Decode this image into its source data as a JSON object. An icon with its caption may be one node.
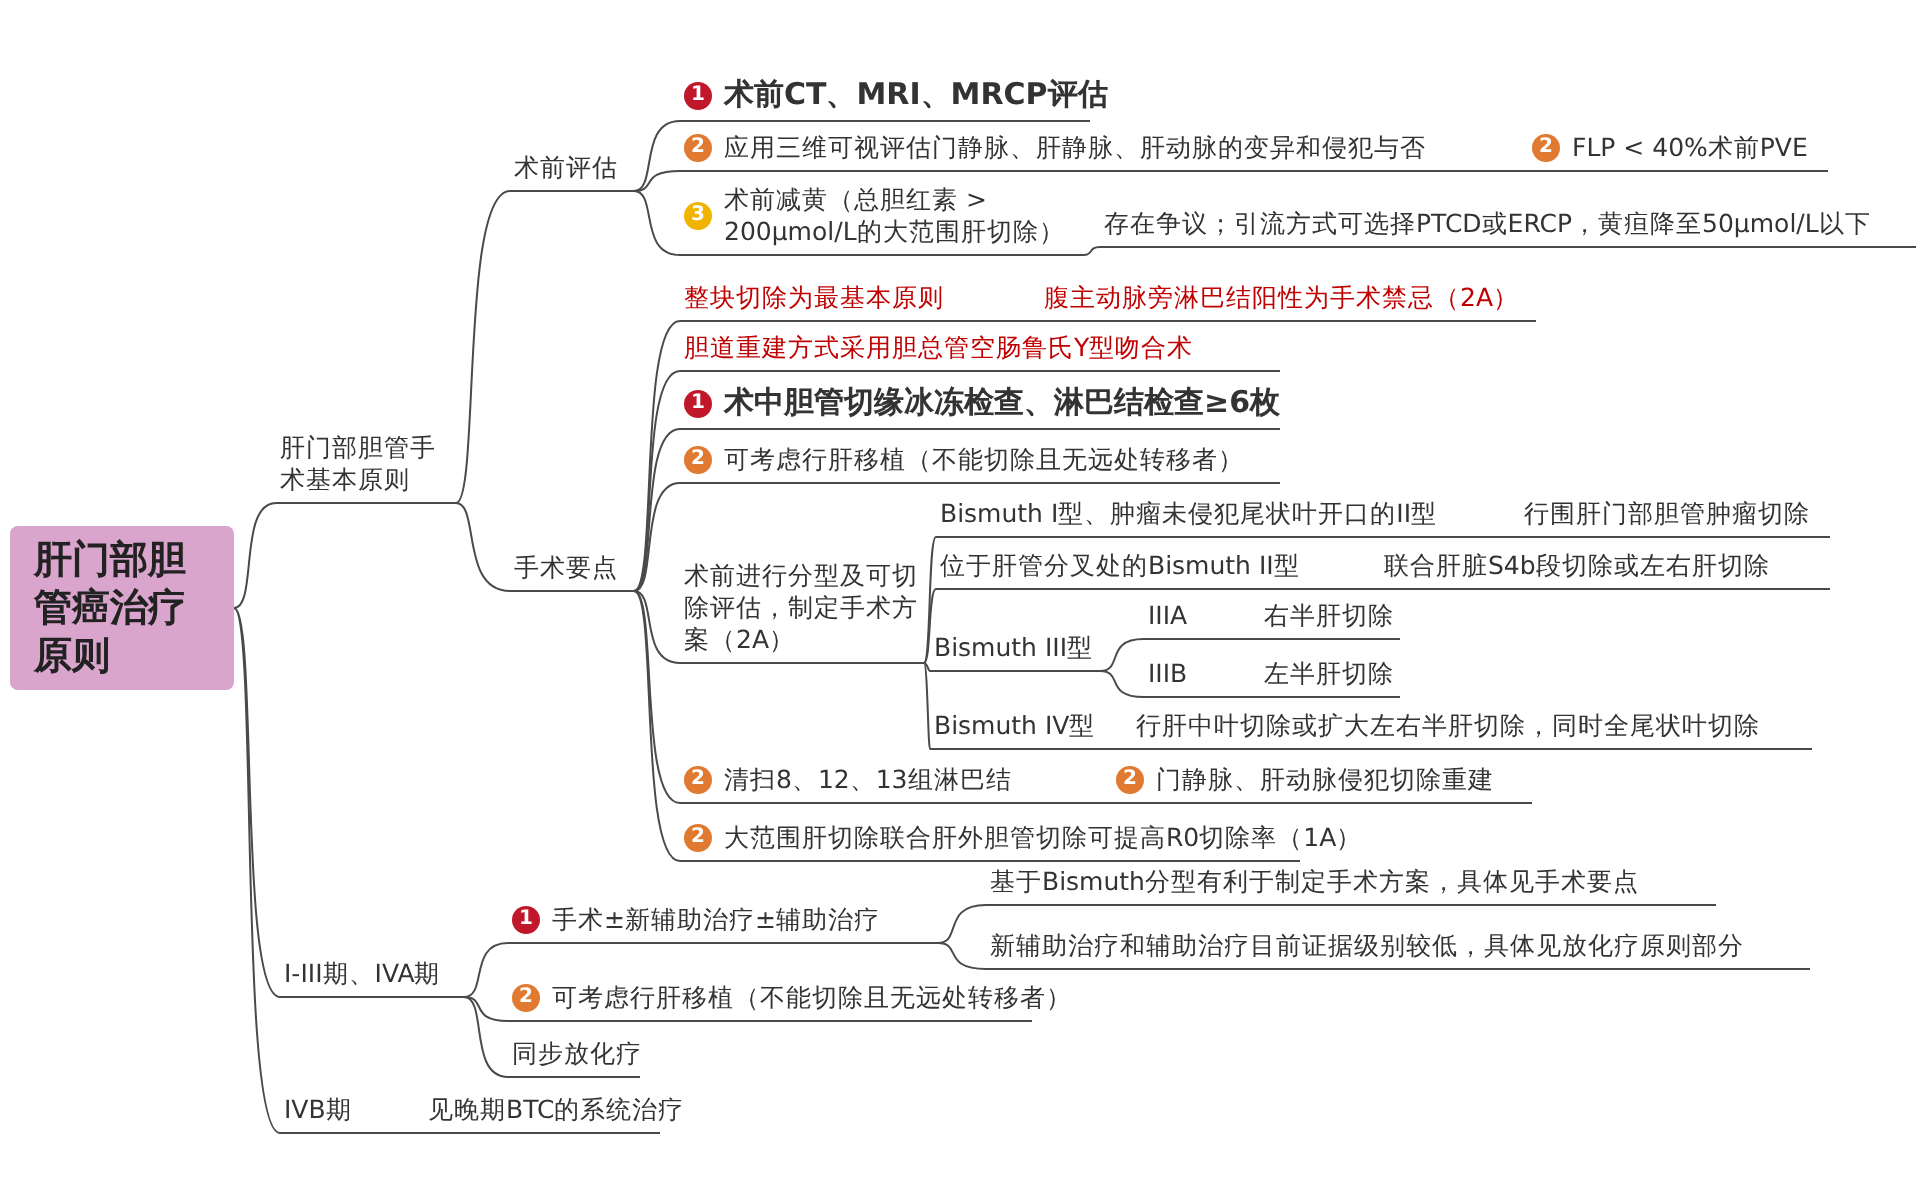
{
  "diagram": {
    "nodes": [
      {
        "text": [
          "肝门部胆管癌治疗原则"
        ]
      },
      {
        "text": [
          "肝门部胆管手术基本原则"
        ]
      },
      {
        "text": [
          "术前评估"
        ]
      },
      {
        "text": [
          "1",
          "术前CT、MRI、MRCP评估"
        ]
      },
      {
        "text": [
          "2",
          "应用三维可视评估门静脉、肝静脉、肝动脉的变异和侵犯与否"
        ]
      },
      {
        "text": [
          "2",
          "FLP < 40%术前PVE"
        ]
      },
      {
        "text": [
          "3",
          "术前减黄（总胆红素 > 200μmol/L的大范围肝切除）"
        ]
      },
      {
        "text": [
          "存在争议；引流方式可选择PTCD或ERCP，黄疸降至50μmol/L以下"
        ]
      },
      {
        "text": [
          "手术要点"
        ]
      },
      {
        "text": [
          "整块切除为最基本原则"
        ]
      },
      {
        "text": [
          "腹主动脉旁淋巴结阳性为手术禁忌（2A）"
        ]
      },
      {
        "text": [
          "胆道重建方式采用胆总管空肠鲁氏Y型吻合术"
        ]
      },
      {
        "text": [
          "1",
          "术中胆管切缘冰冻检查、淋巴结检查≥6枚"
        ]
      },
      {
        "text": [
          "2",
          "可考虑行肝移植（不能切除且无远处转移者）"
        ]
      },
      {
        "text": [
          "术前进行分型及可切除评估，制定手术方案（2A）"
        ]
      },
      {
        "text": [
          "Bismuth I型、肿瘤未侵犯尾状叶开口的II型"
        ]
      },
      {
        "text": [
          "行围肝门部胆管肿瘤切除"
        ]
      },
      {
        "text": [
          "位于肝管分叉处的Bismuth II型"
        ]
      },
      {
        "text": [
          "联合肝脏S4b段切除或左右肝切除"
        ]
      },
      {
        "text": [
          "Bismuth III型"
        ]
      },
      {
        "text": [
          "IIIA"
        ]
      },
      {
        "text": [
          "右半肝切除"
        ]
      },
      {
        "text": [
          "IIIB"
        ]
      },
      {
        "text": [
          "左半肝切除"
        ]
      },
      {
        "text": [
          "Bismuth IV型"
        ]
      },
      {
        "text": [
          "行肝中叶切除或扩大左右半肝切除，同时全尾状叶切除"
        ]
      },
      {
        "text": [
          "2",
          "清扫8、12、13组淋巴结"
        ]
      },
      {
        "text": [
          "2",
          "门静脉、肝动脉侵犯切除重建"
        ]
      },
      {
        "text": [
          "2",
          "大范围肝切除联合肝外胆管切除可提高R0切除率（1A）"
        ]
      },
      {
        "text": [
          "I-III期、IVA期"
        ]
      },
      {
        "text": [
          "1",
          "手术±新辅助治疗±辅助治疗"
        ]
      },
      {
        "text": [
          "基于Bismuth分型有利于制定手术方案，具体见手术要点"
        ]
      },
      {
        "text": [
          "新辅助治疗和辅助治疗目前证据级别较低，具体见放化疗原则部分"
        ]
      },
      {
        "text": [
          "2",
          "可考虑行肝移植（不能切除且无远处转移者）"
        ]
      },
      {
        "text": [
          "同步放化疗"
        ]
      },
      {
        "text": [
          "IVB期"
        ]
      },
      {
        "text": [
          "见晚期BTC的系统治疗"
        ]
      }
    ],
    "edges": [
      {
        "from": 0,
        "to": 1,
        "arrow": "none"
      },
      {
        "from": 0,
        "to": 29,
        "arrow": "none"
      },
      {
        "from": 0,
        "to": 35,
        "arrow": "none"
      },
      {
        "from": 1,
        "to": 2,
        "arrow": "none"
      },
      {
        "from": 1,
        "to": 8,
        "arrow": "none"
      },
      {
        "from": 2,
        "to": 3,
        "arrow": "none"
      },
      {
        "from": 2,
        "to": 4,
        "arrow": "none"
      },
      {
        "from": 2,
        "to": 6,
        "arrow": "none"
      },
      {
        "from": 4,
        "to": 5,
        "arrow": "none"
      },
      {
        "from": 6,
        "to": 7,
        "arrow": "none"
      },
      {
        "from": 8,
        "to": 9,
        "arrow": "none"
      },
      {
        "from": 9,
        "to": 10,
        "arrow": "none"
      },
      {
        "from": 8,
        "to": 11,
        "arrow": "none"
      },
      {
        "from": 8,
        "to": 12,
        "arrow": "none"
      },
      {
        "from": 8,
        "to": 13,
        "arrow": "none"
      },
      {
        "from": 8,
        "to": 14,
        "arrow": "none"
      },
      {
        "from": 14,
        "to": 15,
        "arrow": "none"
      },
      {
        "from": 15,
        "to": 16,
        "arrow": "none"
      },
      {
        "from": 14,
        "to": 17,
        "arrow": "none"
      },
      {
        "from": 17,
        "to": 18,
        "arrow": "none"
      },
      {
        "from": 14,
        "to": 19,
        "arrow": "none"
      },
      {
        "from": 19,
        "to": 20,
        "arrow": "none"
      },
      {
        "from": 20,
        "to": 21,
        "arrow": "none"
      },
      {
        "from": 19,
        "to": 22,
        "arrow": "none"
      },
      {
        "from": 22,
        "to": 23,
        "arrow": "none"
      },
      {
        "from": 14,
        "to": 24,
        "arrow": "none"
      },
      {
        "from": 24,
        "to": 25,
        "arrow": "none"
      },
      {
        "from": 8,
        "to": 26,
        "arrow": "none"
      },
      {
        "from": 26,
        "to": 27,
        "arrow": "none"
      },
      {
        "from": 8,
        "to": 28,
        "arrow": "none"
      },
      {
        "from": 29,
        "to": 30,
        "arrow": "none"
      },
      {
        "from": 30,
        "to": 31,
        "arrow": "none"
      },
      {
        "from": 30,
        "to": 32,
        "arrow": "none"
      },
      {
        "from": 29,
        "to": 33,
        "arrow": "none"
      },
      {
        "from": 29,
        "to": 34,
        "arrow": "none"
      },
      {
        "from": 35,
        "to": 36,
        "arrow": "none"
      }
    ]
  }
}
